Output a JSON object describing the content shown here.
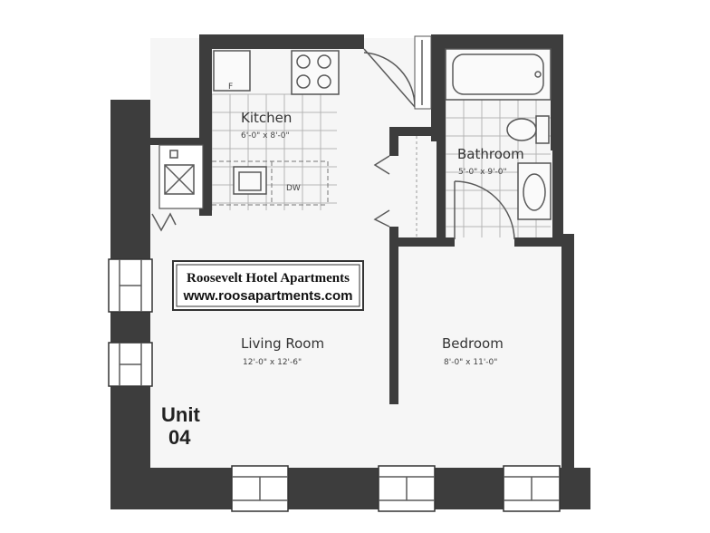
{
  "banner": {
    "line1": "Roosevelt Hotel Apartments",
    "line2": "www.roosapartments.com"
  },
  "unit": {
    "line1": "Unit",
    "line2": "04"
  },
  "rooms": {
    "kitchen": {
      "name": "Kitchen",
      "dims": "6'-0\" x 8'-0\""
    },
    "bathroom": {
      "name": "Bathroom",
      "dims": "5'-0\" x 9'-0\""
    },
    "living": {
      "name": "Living Room",
      "dims": "12'-0\" x 12'-6\""
    },
    "bedroom": {
      "name": "Bedroom",
      "dims": "8'-0\" x 11'-0\""
    }
  },
  "fixtures": {
    "dishwasher": "DW",
    "fridge": "F"
  },
  "colors": {
    "wall": "#3d3d3d",
    "tile": "#b5b5b5",
    "background": "#ffffff"
  }
}
